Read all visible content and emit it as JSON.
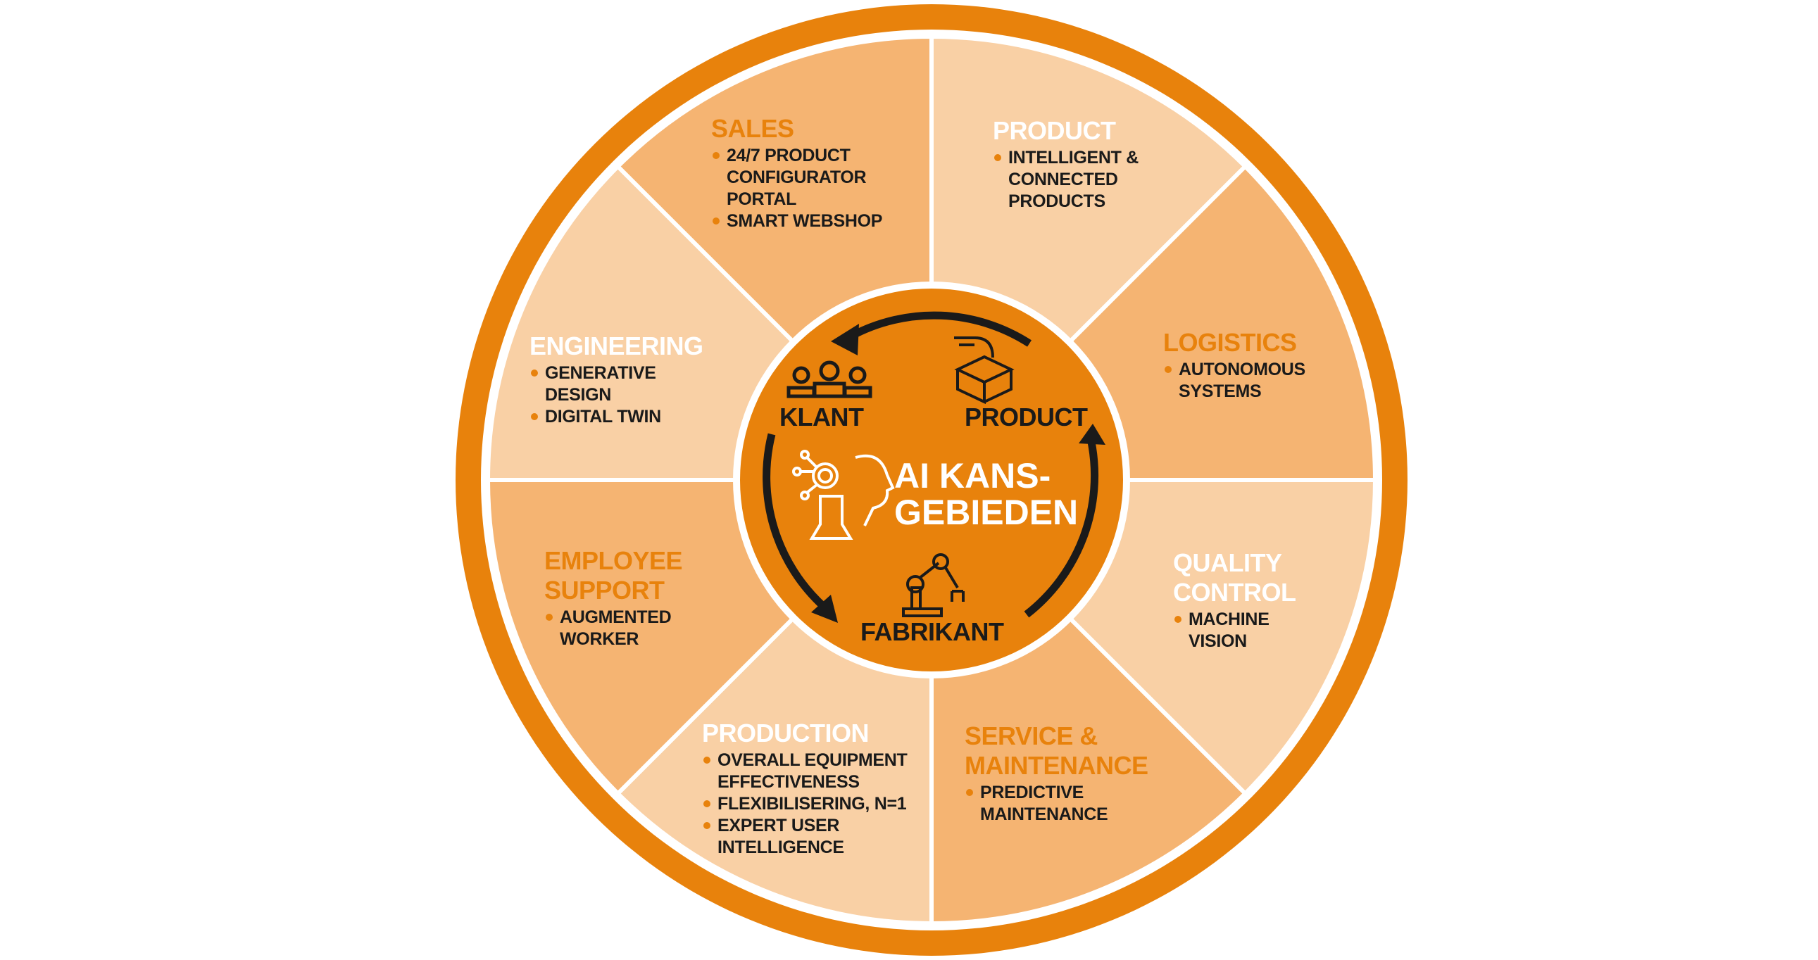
{
  "colors": {
    "ring": "#E8820C",
    "light": "#F9D0A5",
    "medium": "#F5B472",
    "center": "#E8820C",
    "dark": "#1a1a1a"
  },
  "center": {
    "title_line1": "AI KANS-",
    "title_line2": "GEBIEDEN",
    "nodes": [
      {
        "label": "KLANT",
        "icon": "people-icon"
      },
      {
        "label": "PRODUCT",
        "icon": "box-icon"
      },
      {
        "label": "FABRIKANT",
        "icon": "robot-arm-icon"
      }
    ]
  },
  "segments": [
    {
      "title": "SALES",
      "items": [
        "24/7 PRODUCT CONFIGURATOR PORTAL",
        "SMART WEBSHOP"
      ]
    },
    {
      "title": "PRODUCT",
      "items": [
        "INTELLIGENT & CONNECTED PRODUCTS"
      ]
    },
    {
      "title": "LOGISTICS",
      "items": [
        "AUTONOMOUS SYSTEMS"
      ]
    },
    {
      "title": "QUALITY CONTROL",
      "items": [
        "MACHINE VISION"
      ]
    },
    {
      "title": "SERVICE & MAINTENANCE",
      "items": [
        "PREDICTIVE MAINTENANCE"
      ]
    },
    {
      "title": "PRODUCTION",
      "items": [
        "OVERALL EQUIPMENT EFFECTIVENESS",
        "FLEXIBILISERING, N=1",
        "EXPERT USER INTELLIGENCE"
      ]
    },
    {
      "title": "EMPLOYEE SUPPORT",
      "items": [
        "AUGMENTED WORKER"
      ]
    },
    {
      "title": "ENGINEERING",
      "items": [
        "GENERATIVE DESIGN",
        "DIGITAL TWIN"
      ]
    }
  ]
}
